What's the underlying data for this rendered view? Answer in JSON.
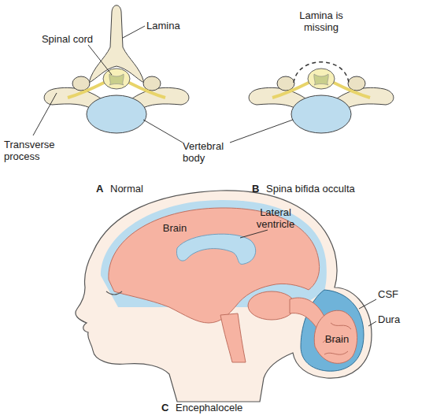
{
  "diagram": {
    "labels": [
      "Lamina",
      "Spinal cord",
      "Transverse process",
      "Vertebral body",
      "A",
      "Normal",
      "Lamina is missing",
      "B",
      "Spina bifida occulta",
      "Brain",
      "Lateral ventricle",
      "CSF",
      "Dura",
      "Brain",
      "C",
      "Encephalocele"
    ]
  }
}
